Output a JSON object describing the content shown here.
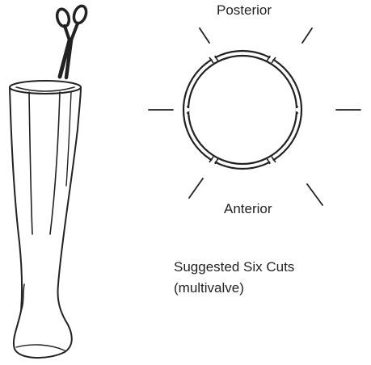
{
  "labels": {
    "posterior": "Posterior",
    "anterior": "Anterior"
  },
  "caption": {
    "line1": "Suggested Six Cuts",
    "line2": "(multivalve)"
  },
  "icons": {
    "scissors": "scissors-icon"
  },
  "colors": {
    "ink": "#222222",
    "background": "#ffffff"
  }
}
